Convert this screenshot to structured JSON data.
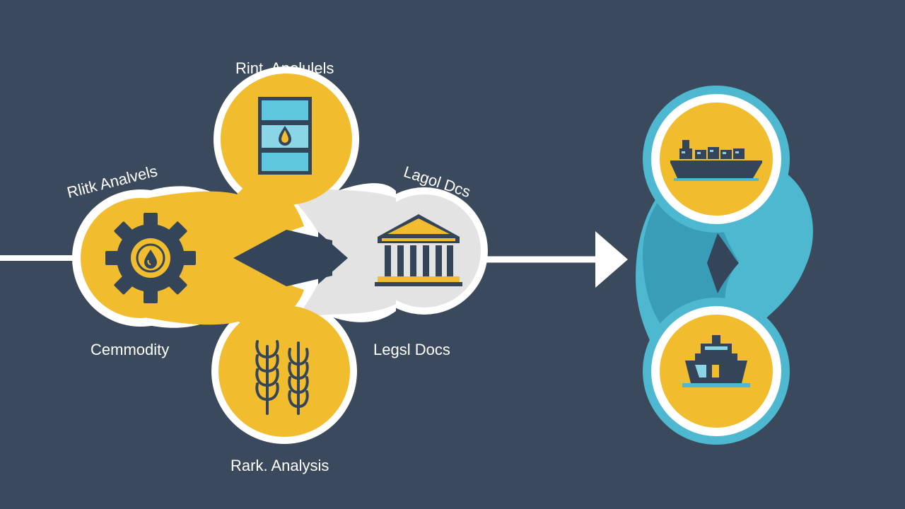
{
  "colors": {
    "background": "#3a4a5c",
    "yellow": "#f2bc2f",
    "teal": "#4db8cf",
    "dark_teal": "#3a9db8",
    "light_gray": "#e3e3e3",
    "white": "#ffffff",
    "navy": "#34455a"
  },
  "labels": {
    "top_center": "Rint. Anolulels",
    "top_left": "Rlitk Analvels",
    "top_right": "Lagol Dcs",
    "commodity": "Cemmodity",
    "legal_docs": "Legsl Docs",
    "bottom_center": "Rark. Analysis"
  },
  "icons": {
    "barrel": "oil-barrel-icon",
    "gear": "gear-oil-icon",
    "wheat": "wheat-icon",
    "building": "bank-building-icon",
    "cargo_ship": "cargo-ship-icon",
    "tanker_ship": "tanker-ship-icon",
    "arrow_center": "arrow-right-icon",
    "arrow_main": "flow-arrow-icon"
  }
}
